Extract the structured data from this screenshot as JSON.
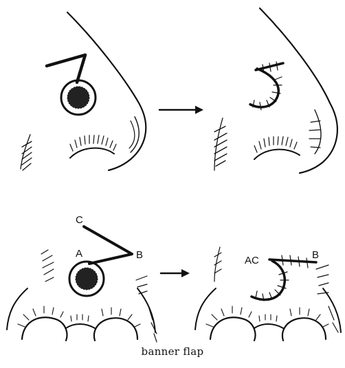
{
  "caption": "banner flap",
  "labels": {
    "c": "C",
    "a": "A",
    "b": "B",
    "ac": "AC",
    "b_after": "B"
  }
}
